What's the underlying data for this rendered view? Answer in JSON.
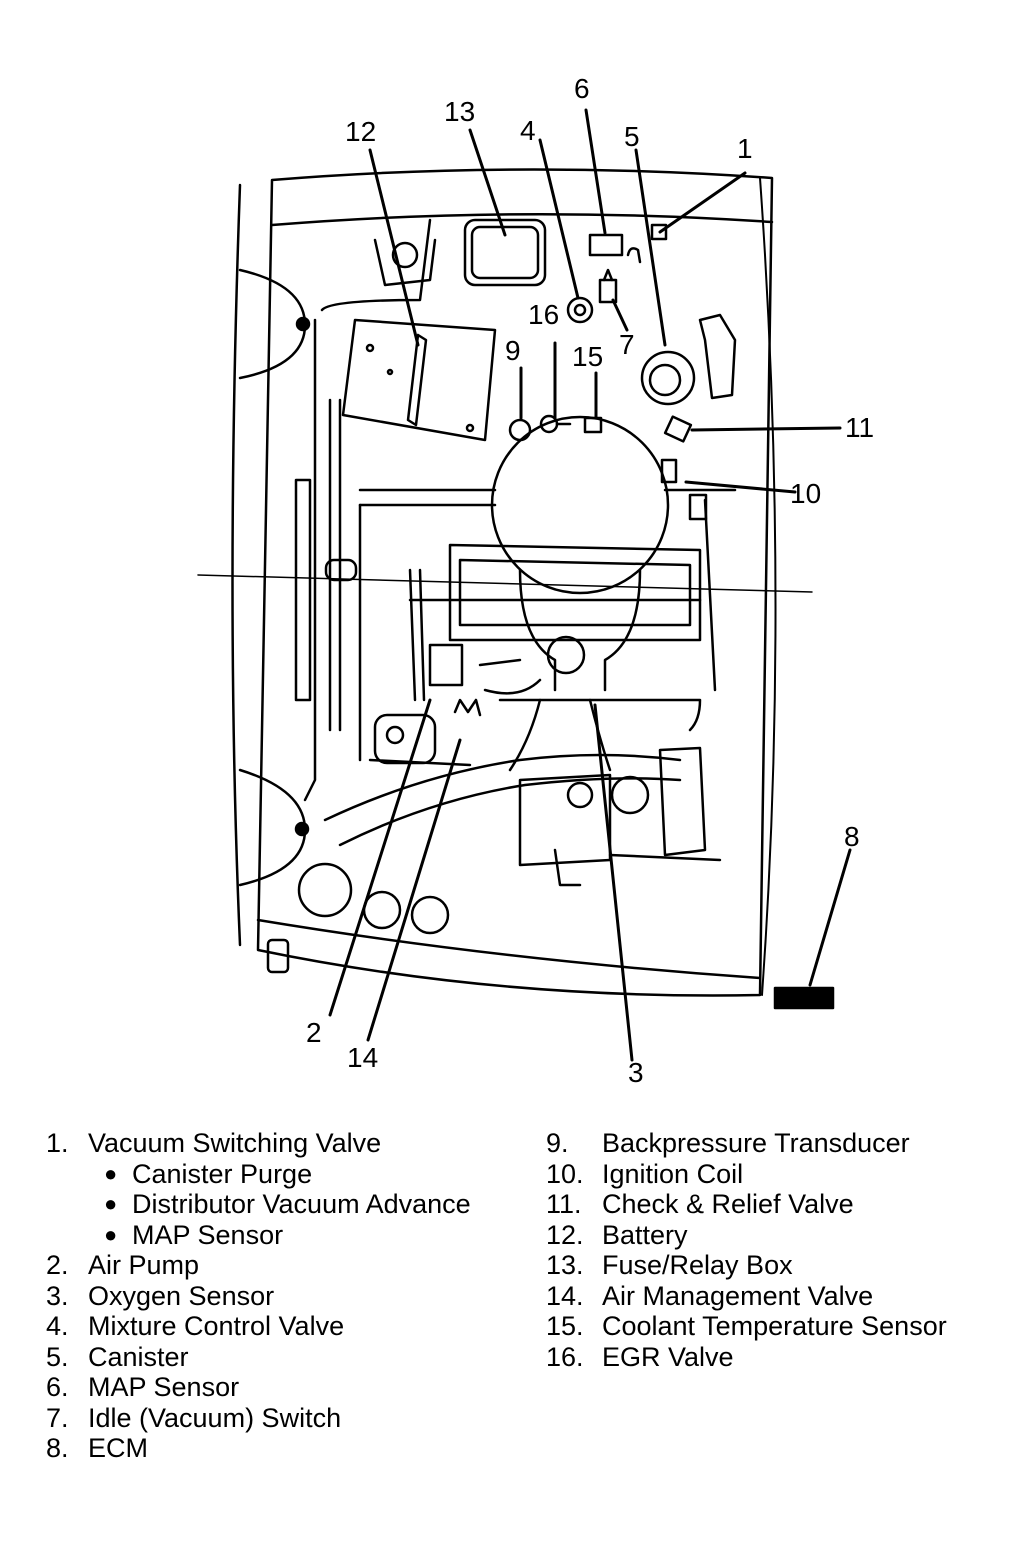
{
  "callouts": [
    "1",
    "2",
    "3",
    "4",
    "5",
    "6",
    "7",
    "8",
    "9",
    "10",
    "11",
    "12",
    "13",
    "14",
    "15",
    "16"
  ],
  "legend_left": [
    {
      "num": "1.",
      "label": "Vacuum Switching Valve"
    },
    {
      "bullet": "●",
      "label": "Canister Purge"
    },
    {
      "bullet": "●",
      "label": "Distributor Vacuum Advance"
    },
    {
      "bullet": "●",
      "label": "MAP Sensor"
    },
    {
      "num": "2.",
      "label": "Air Pump"
    },
    {
      "num": "3.",
      "label": "Oxygen Sensor"
    },
    {
      "num": "4.",
      "label": "Mixture Control Valve"
    },
    {
      "num": "5.",
      "label": "Canister"
    },
    {
      "num": "6.",
      "label": "MAP Sensor"
    },
    {
      "num": "7.",
      "label": "Idle (Vacuum) Switch"
    },
    {
      "num": "8.",
      "label": "ECM"
    }
  ],
  "legend_right": [
    {
      "num": "9.",
      "label": "Backpressure Transducer"
    },
    {
      "num": "10.",
      "label": "Ignition Coil"
    },
    {
      "num": "11.",
      "label": "Check & Relief Valve"
    },
    {
      "num": "12.",
      "label": "Battery"
    },
    {
      "num": "13.",
      "label": "Fuse/Relay Box"
    },
    {
      "num": "14.",
      "label": "Air Management Valve"
    },
    {
      "num": "15.",
      "label": "Coolant Temperature Sensor"
    },
    {
      "num": "16.",
      "label": "EGR Valve"
    }
  ]
}
